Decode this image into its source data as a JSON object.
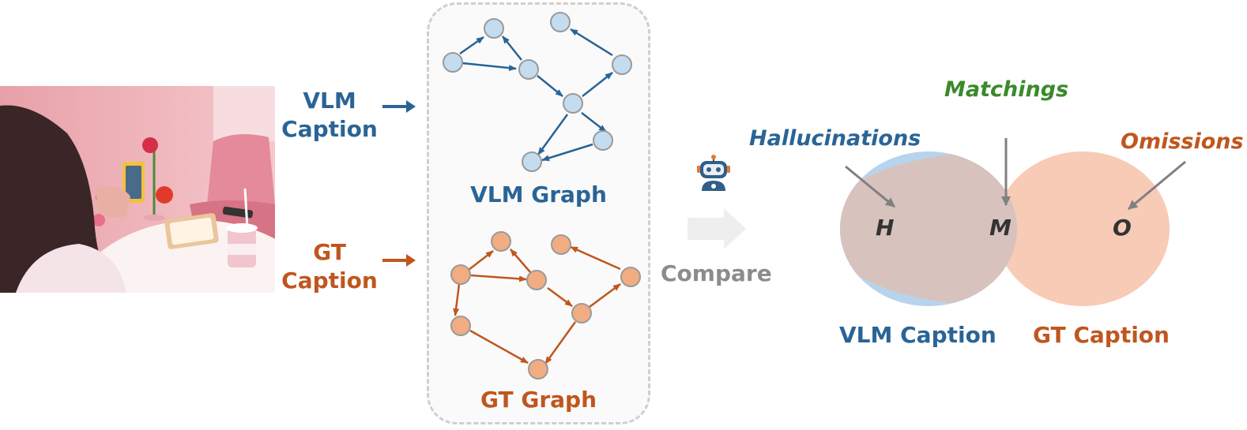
{
  "input": {
    "vlm_caption_line1": "VLM",
    "vlm_caption_line2": "Caption",
    "gt_caption_line1": "GT",
    "gt_caption_line2": "Caption"
  },
  "graphs": {
    "vlm_title": "VLM Graph",
    "gt_title": "GT Graph"
  },
  "compare": {
    "label": "Compare"
  },
  "venn": {
    "hallucinations": "Hallucinations",
    "matchings": "Matchings",
    "omissions": "Omissions",
    "h": "H",
    "m": "M",
    "o": "O",
    "left_label": "VLM Caption",
    "right_label": "GT Caption"
  },
  "colors": {
    "vlm": "#2a6496",
    "gt": "#c0561e",
    "matching": "#3a8a2a",
    "vlm_node": "#c4dcf0",
    "gt_node": "#f2ac82",
    "venn_left": "#b8d3ec",
    "venn_right": "#f7cbb5"
  }
}
